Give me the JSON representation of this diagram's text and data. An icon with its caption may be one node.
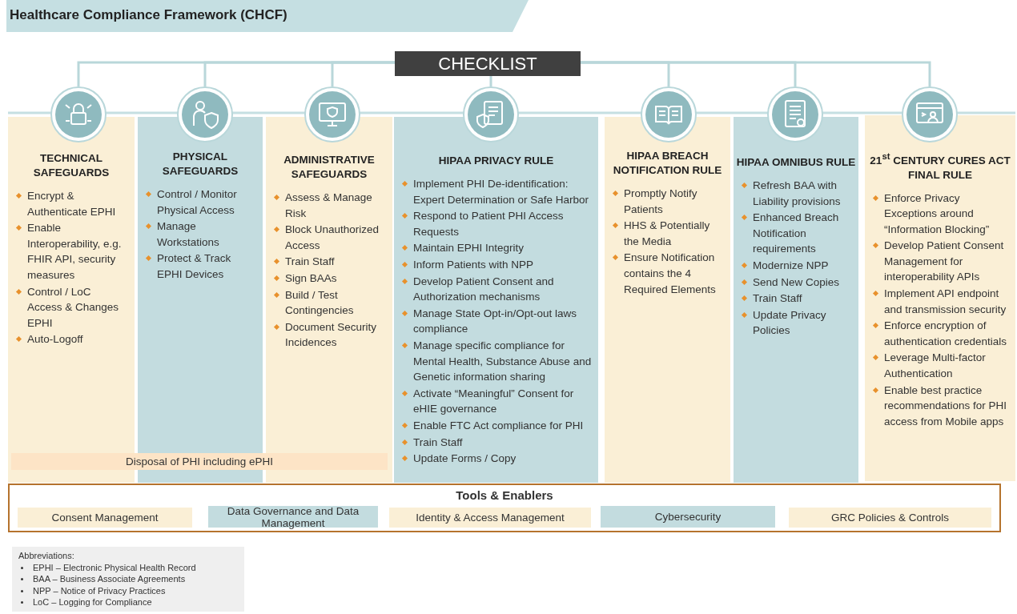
{
  "diagram": {
    "title": "Healthcare Compliance Framework (CHCF)",
    "nodes": [
      {
        "text": [
          "CHECKLIST"
        ]
      },
      {
        "text": [],
        "shape": "circle"
      },
      {
        "text": [],
        "shape": "circle"
      },
      {
        "text": [],
        "shape": "circle"
      },
      {
        "text": [],
        "shape": "circle"
      },
      {
        "text": [],
        "shape": "circle"
      },
      {
        "text": [],
        "shape": "circle"
      },
      {
        "text": [],
        "shape": "circle"
      },
      {
        "text": [
          "TECHNICAL SAFEGUARDS",
          "Encrypt & Authenticate EPHI",
          "Enable Interoperability, e.g. FHIR API, security measures",
          "Control / LoC Access & Changes EPHI",
          "Auto-Logoff"
        ]
      },
      {
        "text": [
          "PHYSICAL SAFEGUARDS",
          "Control / Monitor Physical Access",
          "Manage Workstations",
          "Protect & Track EPHI Devices"
        ]
      },
      {
        "text": [
          "ADMINISTRATIVE SAFEGUARDS",
          "Assess & Manage Risk",
          "Block Unauthorized Access",
          "Train Staff",
          "Sign BAAs",
          "Build / Test Contingencies",
          "Document Security Incidences"
        ]
      },
      {
        "text": [
          "HIPAA PRIVACY RULE",
          "Implement PHI De-identification: Expert Determination or Safe Harbor",
          "Respond to Patient PHI Access Requests",
          "Maintain EPHI Integrity",
          "Inform Patients with NPP",
          "Develop Patient Consent and Authorization mechanisms",
          "Manage State Opt-in/Opt-out laws compliance",
          "Manage specific compliance for Mental Health, Substance Abuse and Genetic information sharing",
          "Activate “Meaningful” Consent for eHIE governance",
          "Enable FTC Act compliance for PHI",
          "Train Staff",
          "Update Forms / Copy"
        ]
      },
      {
        "text": [
          "HIPAA BREACH NOTIFICATION RULE",
          "Promptly Notify Patients",
          "HHS & Potentially the Media",
          "Ensure Notification contains the 4 Required Elements"
        ]
      },
      {
        "text": [
          "HIPAA OMNIBUS RULE",
          "Refresh BAA with Liability provisions",
          "Enhanced Breach Notification requirements",
          "Modernize NPP",
          "Send New Copies",
          "Train Staff",
          "Update Privacy Policies"
        ]
      },
      {
        "text": [
          "21$^{st}$ CENTURY CURES ACT FINAL RULE",
          "Enforce Privacy Exceptions around “Information Blocking”",
          "Develop Patient Consent Management for interoperability APIs",
          "Implement API endpoint and transmission security",
          "Enforce encryption of authentication credentials",
          "Leverage Multi-factor Authentication",
          "Enable best practice recommendations for PHI access from Mobile apps"
        ]
      },
      {
        "text": [
          "Disposal of PHI including ePHI"
        ]
      },
      {
        "text": [
          "Tools & Enablers"
        ]
      },
      {
        "text": [
          "Consent Management"
        ],
        "in": 16
      },
      {
        "text": [
          "Data Governance and Data Management"
        ],
        "in": 16
      },
      {
        "text": [
          "Identity & Access Management"
        ],
        "in": 16
      },
      {
        "text": [
          "Cybersecurity"
        ],
        "in": 16
      },
      {
        "text": [
          "GRC Policies & Controls"
        ],
        "in": 16
      },
      {
        "text": [
          "Abbreviations:",
          "EPHI – Electronic Physical Health Record",
          "BAA – Business Associate Agreements",
          "NPP – Notice of Privacy Practices",
          "LoC – Logging for Compliance"
        ]
      }
    ],
    "edges": [
      {
        "from": 0,
        "to": 1,
        "arrow": "none"
      },
      {
        "from": 0,
        "to": 2,
        "arrow": "none"
      },
      {
        "from": 0,
        "to": 3,
        "arrow": "none"
      },
      {
        "from": 0,
        "to": 4,
        "arrow": "none"
      },
      {
        "from": 0,
        "to": 5,
        "arrow": "none"
      },
      {
        "from": 0,
        "to": 6,
        "arrow": "none"
      },
      {
        "from": 0,
        "to": 7,
        "arrow": "none"
      }
    ]
  }
}
